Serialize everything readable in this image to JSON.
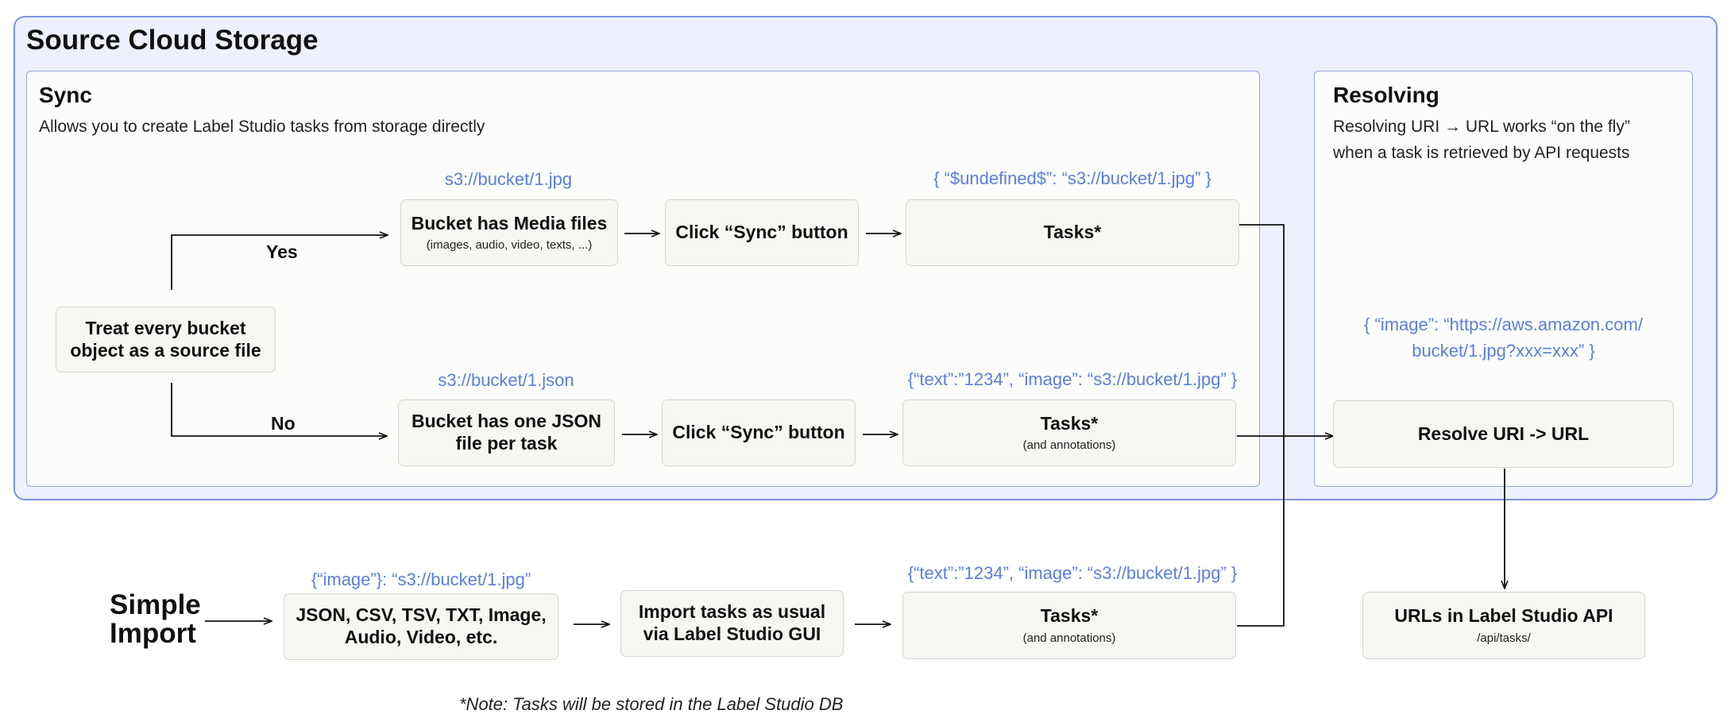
{
  "outer_region": {
    "title": "Source Cloud Storage"
  },
  "sync": {
    "title": "Sync",
    "description": "Allows you to create Label Studio tasks from storage directly"
  },
  "resolving": {
    "title": "Resolving",
    "description_line1": "Resolving URI → URL works “on the fly”",
    "description_line2": "when a task is retrieved by API requests",
    "url_example_line1": "{ “image”: “https://aws.amazon.com/",
    "url_example_line2": "bucket/1.jpg?xxx=xxx” }"
  },
  "nodes": {
    "treat": {
      "line1": "Treat every bucket",
      "line2": "object as a source file"
    },
    "media": {
      "title": "Bucket has Media files",
      "sub": "(images, audio, video, texts, ...)"
    },
    "sync_btn_1": {
      "title": "Click “Sync” button"
    },
    "tasks_1": {
      "title": "Tasks*"
    },
    "json_bucket": {
      "line1": "Bucket has one JSON",
      "line2": "file per task"
    },
    "sync_btn_2": {
      "title": "Click “Sync” button"
    },
    "tasks_2": {
      "title": "Tasks*",
      "sub": "(and annotations)"
    },
    "resolve": {
      "title": "Resolve URI -> URL"
    },
    "formats": {
      "line1": "JSON, CSV, TSV, TXT, Image,",
      "line2": "Audio, Video, etc."
    },
    "import_gui": {
      "line1": "Import tasks as usual",
      "line2": "via Label Studio GUI"
    },
    "tasks_3": {
      "title": "Tasks*",
      "sub": "(and annotations)"
    },
    "urls_api": {
      "title": "URLs in Label Studio API",
      "sub": "/api/tasks/"
    }
  },
  "edge_labels": {
    "yes": "Yes",
    "no": "No"
  },
  "examples": {
    "media_path": "s3://bucket/1.jpg",
    "tasks_1_json": "{ “$undefined$”: “s3://bucket/1.jpg” }",
    "json_path": "s3://bucket/1.json",
    "tasks_2_json": "{“text”:”1234”,  “image”: “s3://bucket/1.jpg” }",
    "formats_json": "{“image”}: “s3://bucket/1.jpg”",
    "tasks_3_json": "{“text”:”1234”,  “image”: “s3://bucket/1.jpg” }"
  },
  "simple_import": {
    "line1": "Simple",
    "line2": "Import"
  },
  "note": "*Note: Tasks will be stored in the Label Studio DB",
  "colors": {
    "region_fill": "#eef0fc",
    "region_border": "#8094e2",
    "example_text": "#5a7fdc",
    "node_fill": "#f7f6f2",
    "node_border": "#d8d6cf"
  }
}
